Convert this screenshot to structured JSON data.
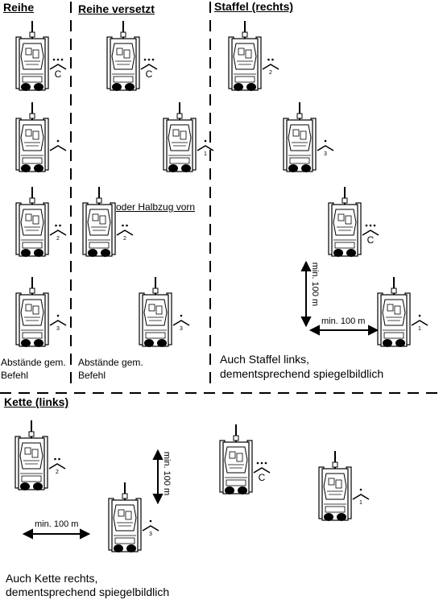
{
  "headers": {
    "reihe": "Reihe",
    "reihe_versetzt": "Reihe versetzt",
    "staffel_rechts": "Staffel (rechts)",
    "kette_links": "Kette (links)"
  },
  "notes": {
    "halbzug_vorn": "oder Halbzug vorn",
    "abstaende_line1": "Abstände gem.",
    "abstaende_line2": "Befehl",
    "staffel_links_line1": "Auch Staffel links,",
    "staffel_links_line2": "dementsprechend spiegelbildlich",
    "kette_rechts_line1": "Auch Kette rechts,",
    "kette_rechts_line2": "dementsprechend spiegelbildlich"
  },
  "distance_label": "min. 100 m",
  "vehicles": [
    {
      "group": "reihe",
      "role": "C",
      "stars": 3
    },
    {
      "group": "reihe",
      "role": "",
      "stars": 1
    },
    {
      "group": "reihe",
      "role": "2",
      "stars": 2
    },
    {
      "group": "reihe",
      "role": "3",
      "stars": 1
    },
    {
      "group": "reihe_versetzt",
      "role": "C",
      "stars": 3
    },
    {
      "group": "reihe_versetzt",
      "role": "1",
      "stars": 1
    },
    {
      "group": "reihe_versetzt",
      "role": "2",
      "stars": 2
    },
    {
      "group": "reihe_versetzt",
      "role": "3",
      "stars": 1
    },
    {
      "group": "staffel_rechts",
      "role": "2",
      "stars": 2
    },
    {
      "group": "staffel_rechts",
      "role": "3",
      "stars": 1
    },
    {
      "group": "staffel_rechts",
      "role": "C",
      "stars": 3
    },
    {
      "group": "staffel_rechts",
      "role": "1",
      "stars": 1
    },
    {
      "group": "kette_links",
      "role": "2",
      "stars": 2
    },
    {
      "group": "kette_links",
      "role": "3",
      "stars": 1
    },
    {
      "group": "kette_links",
      "role": "C",
      "stars": 3
    },
    {
      "group": "kette_links",
      "role": "1",
      "stars": 1
    }
  ],
  "colors": {
    "ink": "#000000",
    "background": "#ffffff"
  }
}
